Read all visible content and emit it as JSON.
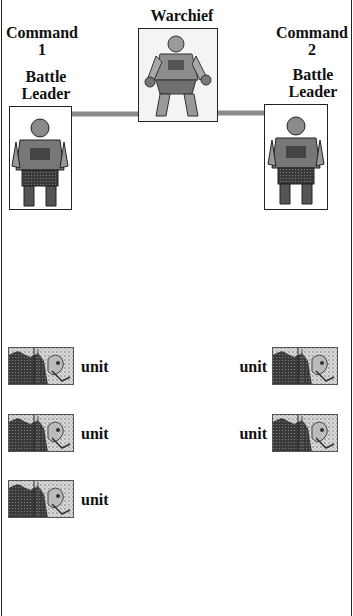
{
  "diagram": {
    "nodes": [
      {
        "text": [
          "Warchief"
        ]
      },
      {
        "text": [
          "Battle Leader"
        ]
      },
      {
        "text": [
          "Battle Leader"
        ]
      },
      {
        "text": [
          "unit"
        ]
      },
      {
        "text": [
          "unit"
        ]
      },
      {
        "text": [
          "unit"
        ]
      },
      {
        "text": [
          "unit"
        ]
      },
      {
        "text": [
          "unit"
        ]
      }
    ],
    "edges": [
      {
        "from": 1,
        "to": 0,
        "arrow": "none"
      },
      {
        "from": 0,
        "to": 2,
        "arrow": "none"
      }
    ],
    "labels": [
      "Command 1",
      "Command 2"
    ]
  }
}
